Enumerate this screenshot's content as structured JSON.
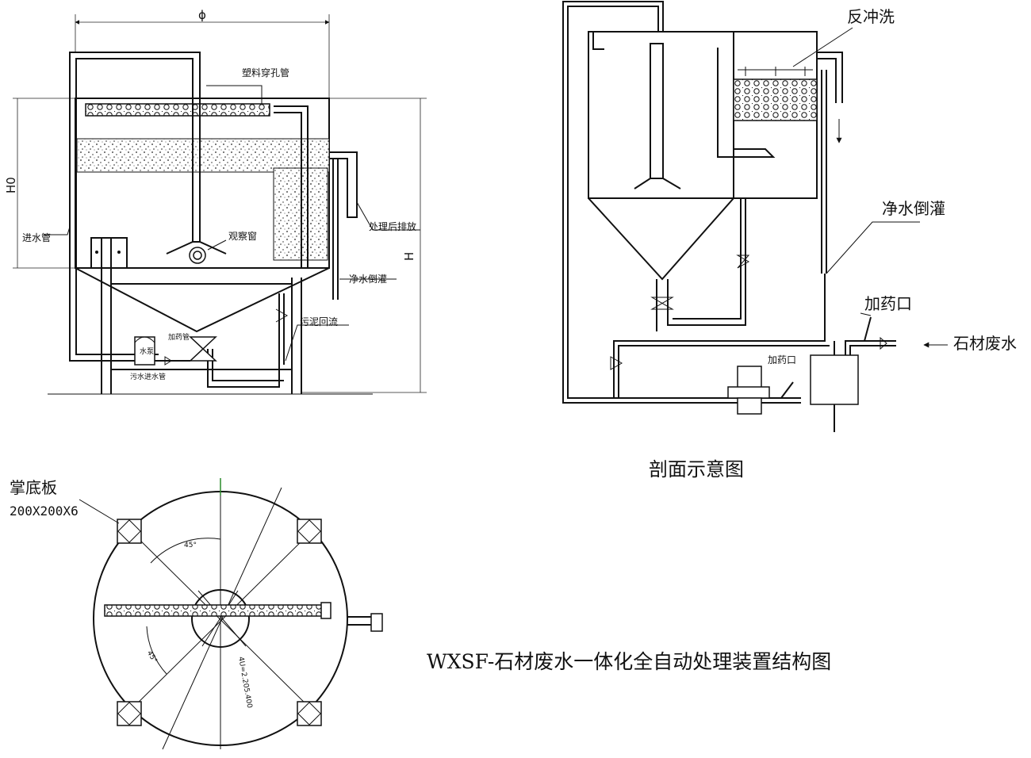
{
  "labels": {
    "dia_phi": "ϕ",
    "dim_h0": "H0",
    "dim_h": "H",
    "perforated_pipe": "塑料穿孔管",
    "inlet_pipe": "进水管",
    "observation_window": "观察窗",
    "treated_discharge": "处理后排放",
    "clean_backfill_left": "净水倒灌",
    "sludge_return": "污泥回流",
    "pump": "水泵",
    "dosing_pipe": "加药管",
    "sewage_inlet_pipe": "污水进水管",
    "backwash": "反冲洗",
    "clean_backfill_right": "净水倒灌",
    "dosing_port_1": "加药口",
    "dosing_port_2": "加药口",
    "stone_wastewater": "石材废水",
    "section_caption": "剖面示意图",
    "base_plate": "掌底板",
    "base_plate_size": "200X200X6",
    "angle_top": "45°",
    "angle_bottom": "45°",
    "diameter_note": "4U=2.205.400",
    "main_title": "WXSF-石材废水一体化全自动处理装置结构图"
  }
}
